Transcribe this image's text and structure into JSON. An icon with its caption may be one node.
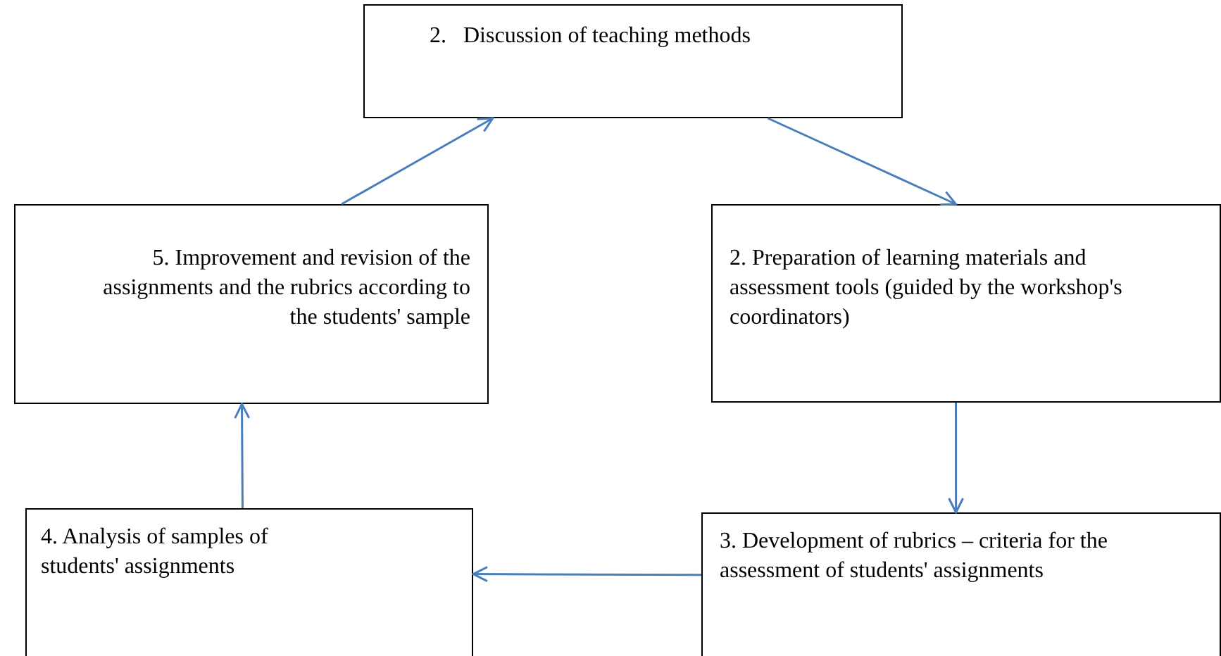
{
  "diagram": {
    "nodes": [
      {
        "text": [
          "2.   Discussion of teaching methods"
        ]
      },
      {
        "text": [
          "2. Preparation of learning materials and assessment tools (guided by the workshop's coordinators)"
        ]
      },
      {
        "text": [
          "3. Development of rubrics – criteria for the assessment of students' assignments"
        ]
      },
      {
        "text": [
          "4. Analysis of samples of students' assignments"
        ]
      },
      {
        "text": [
          "5. Improvement and revision of the assignments and the rubrics according to the students' sample"
        ]
      }
    ],
    "edges": [
      {
        "from": 4,
        "to": 0,
        "arrow": "to"
      },
      {
        "from": 0,
        "to": 1,
        "arrow": "to"
      },
      {
        "from": 1,
        "to": 2,
        "arrow": "to"
      },
      {
        "from": 2,
        "to": 3,
        "arrow": "to"
      },
      {
        "from": 3,
        "to": 4,
        "arrow": "to"
      }
    ]
  }
}
